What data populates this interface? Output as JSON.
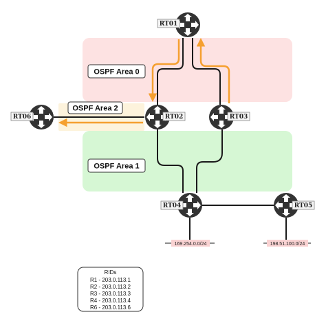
{
  "colors": {
    "area0": "#fde2e2",
    "area1": "#d6f7d4",
    "area2": "#fdf3dc",
    "link": "#1a1a1a",
    "flow_arrow": "#f5a030",
    "router": "#333333",
    "net_label_bg": "#f9d2d2"
  },
  "areas": {
    "area0": "OSPF Area 0",
    "area1": "OSPF Area 1",
    "area2": "OSPF Area 2"
  },
  "routers": {
    "rt01": "RT01",
    "rt02": "RT02",
    "rt03": "RT03",
    "rt04": "RT04",
    "rt05": "RT05",
    "rt06": "RT06"
  },
  "networks": {
    "net1": "169.254.0.0/24",
    "net2": "198.51.100.0/24"
  },
  "rids": {
    "title": "RIDs",
    "lines": [
      "R1 - 203.0.113.1",
      "R2 - 203.0.113.2",
      "R3 - 203.0.113.3",
      "R4 - 203.0.113.4",
      "R6 - 203.0.113.6"
    ]
  }
}
